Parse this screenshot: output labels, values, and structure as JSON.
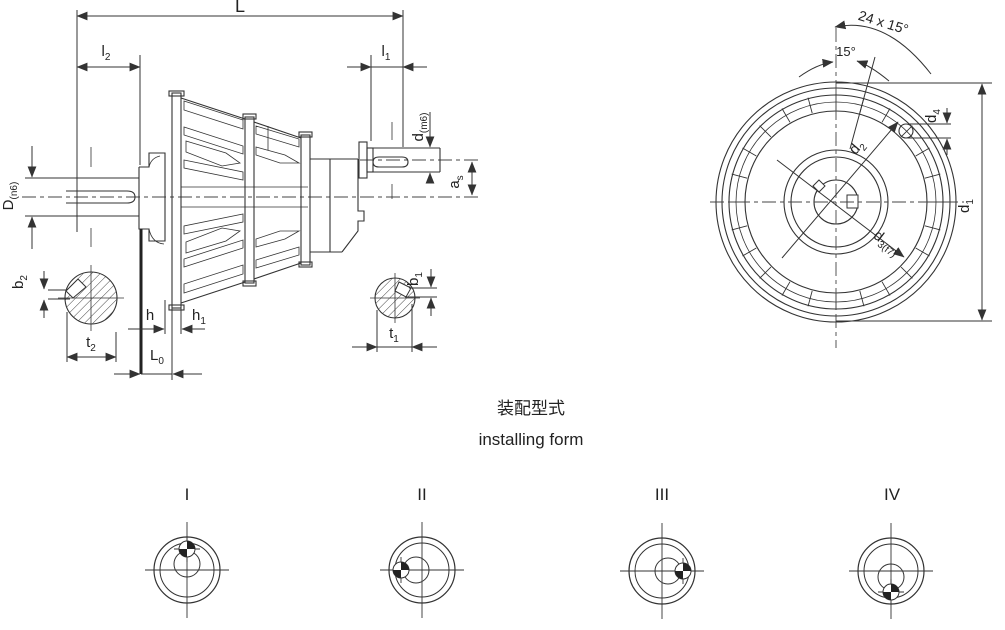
{
  "side_view": {
    "labels": {
      "L": {
        "main": "L",
        "sub": ""
      },
      "l2": {
        "main": "l",
        "sub": "2"
      },
      "l1": {
        "main": "l",
        "sub": "1"
      },
      "d": {
        "main": "d",
        "sub": "(m6)"
      },
      "a_s": {
        "main": "a",
        "sub": "s"
      },
      "D": {
        "main": "D",
        "sub": "(n6)"
      },
      "b2": {
        "main": "b",
        "sub": "2"
      },
      "t2": {
        "main": "t",
        "sub": "2"
      },
      "h": {
        "main": "h",
        "sub": ""
      },
      "h1": {
        "main": "h",
        "sub": "1"
      },
      "L0": {
        "main": "L",
        "sub": "0"
      },
      "b1": {
        "main": "b",
        "sub": "1"
      },
      "t1": {
        "main": "t",
        "sub": "1"
      }
    }
  },
  "front_view": {
    "labels": {
      "bolt_pattern": "24 x 15°",
      "angle": "15°",
      "d1": {
        "main": "d",
        "sub": "1"
      },
      "d2": {
        "main": "d",
        "sub": "2"
      },
      "d3": {
        "main": "d",
        "sub": "3(f7)"
      },
      "d4": {
        "main": "d",
        "sub": "4"
      }
    },
    "bolt_count": 24,
    "bolt_spacing_deg": 15
  },
  "installing_form": {
    "title_zh": "装配型式",
    "title_en": "installing form",
    "forms": [
      {
        "label": "I",
        "indicator_position": "top"
      },
      {
        "label": "II",
        "indicator_position": "left"
      },
      {
        "label": "III",
        "indicator_position": "right"
      },
      {
        "label": "IV",
        "indicator_position": "bottom"
      }
    ]
  },
  "colors": {
    "line": "#333333",
    "background": "#ffffff"
  }
}
